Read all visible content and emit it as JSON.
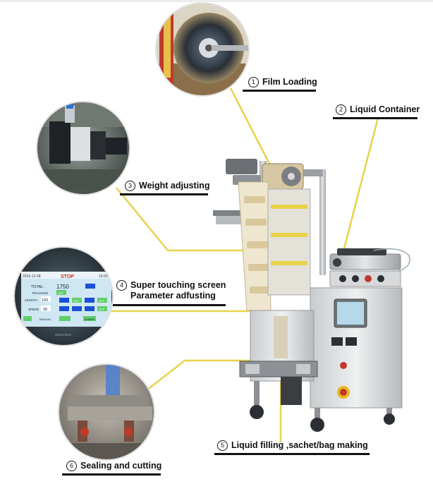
{
  "callouts": [
    {
      "num": "1",
      "label": "Film Loading"
    },
    {
      "num": "2",
      "label": "Liquid Container"
    },
    {
      "num": "3",
      "label": "Weight adjusting"
    },
    {
      "num": "4",
      "label": "Super touching screen",
      "label2": "Parameter adfusting"
    },
    {
      "num": "5",
      "label": "Liquid filling ,sachet/bag making"
    },
    {
      "num": "6",
      "label": "Sealing and cutting"
    }
  ],
  "screen": {
    "date": "2016-12-28",
    "status": "STOP",
    "time": "10:20",
    "total_label": "TOTAL:",
    "total_value": "1750",
    "row_tracking": "TRACKING",
    "row_length": "LENGTH",
    "length_value": "100",
    "row_speed": "SPEED",
    "speed_value": "30",
    "off": "OFF",
    "manual": "MANUAL",
    "alarm": "ALARM",
    "brand": "WEINVIEW"
  },
  "colors": {
    "leader": "#e8d24a",
    "text": "#111111",
    "screen_bg": "#cfe6f3",
    "button_blue": "#1a4fd6",
    "button_green": "#5fcf6a"
  }
}
